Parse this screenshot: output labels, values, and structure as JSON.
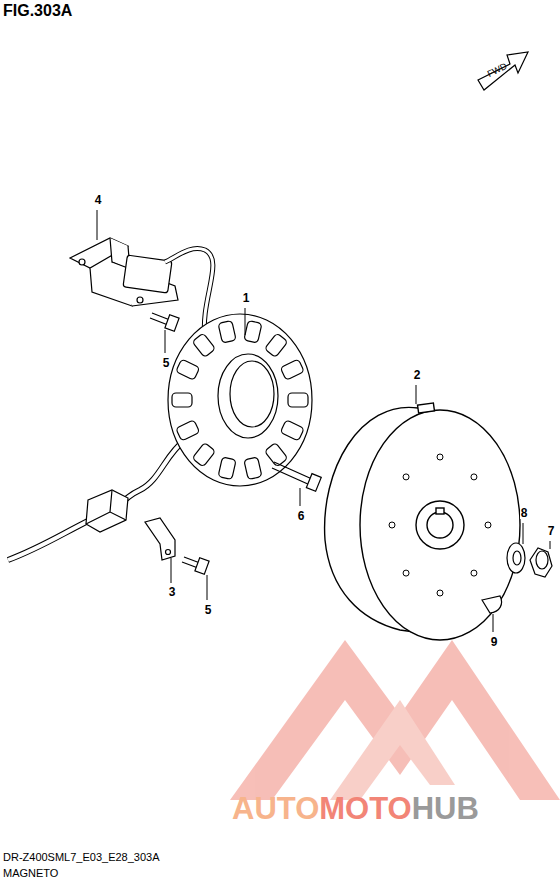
{
  "diagram": {
    "title": "FIG.303A",
    "labels": [
      "FWD",
      "4",
      "1",
      "5",
      "2",
      "6",
      "8",
      "7",
      "3",
      "5",
      "9",
      "AUTO",
      "MOTO",
      "HUB",
      "DR-Z400SML7_E03_E28_303A",
      "MAGNETO"
    ]
  }
}
